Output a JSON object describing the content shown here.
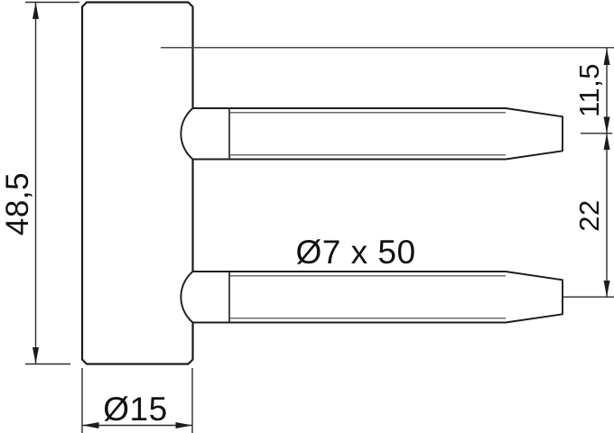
{
  "drawing": {
    "labels": {
      "body_height": "48,5",
      "body_diameter": "Ø15",
      "pin_spec": "Ø7 x 50",
      "pin_offset_top": "11,5",
      "pin_spacing": "22"
    },
    "colors": {
      "line": "#1c1c1c",
      "background": "#ffffff"
    }
  }
}
